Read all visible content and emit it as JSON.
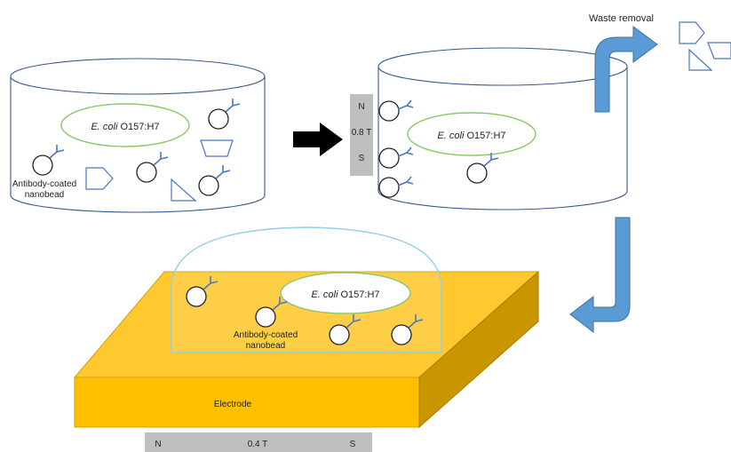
{
  "labels": {
    "ecoli_species": "E. coli",
    "ecoli_strain": " O157:H7",
    "antibody_line1": "Antibody-coated",
    "antibody_line2": "nanobead",
    "waste_removal": "Waste removal",
    "magnet_north": "N",
    "magnet_south": "S",
    "magnet1_field": "0.8 T",
    "magnet2_field": "0.4 T",
    "electrode": "Electrode"
  },
  "colors": {
    "container_outline": "#3a5a8c",
    "ecoli_outline": "#8cc66a",
    "antibody": "#4a78b8",
    "debris": "#4a78b8",
    "flow_arrow": "#5b9bd5",
    "magnet_fill": "#bfbfbf",
    "electrode_top": "#ffc82e",
    "electrode_front": "#ffc000",
    "electrode_side": "#c99600",
    "droplet": "#8fd0e8",
    "transfer_arrow": "#000000"
  },
  "icons": [
    "black-right-arrow",
    "blue-waste-arrow",
    "blue-return-arrow",
    "antibody-y-icon",
    "debris-pentagon",
    "debris-triangle",
    "debris-trapezoid"
  ]
}
